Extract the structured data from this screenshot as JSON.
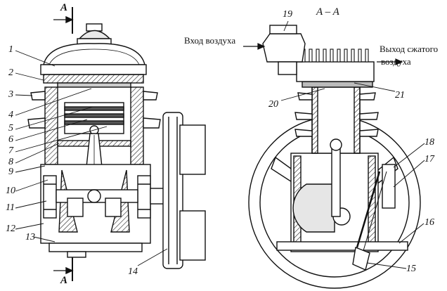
{
  "section_title": "A – A",
  "section_marks": {
    "top": "A",
    "bottom": "A"
  },
  "annotations": {
    "air_in": "Вход воздуха",
    "air_out_line1": "Выход сжатого",
    "air_out_line2": "воздуха"
  },
  "part_numbers": [
    "1",
    "2",
    "3",
    "4",
    "5",
    "6",
    "7",
    "8",
    "9",
    "10",
    "11",
    "12",
    "13",
    "14",
    "15",
    "16",
    "17",
    "18",
    "19",
    "20",
    "21"
  ]
}
